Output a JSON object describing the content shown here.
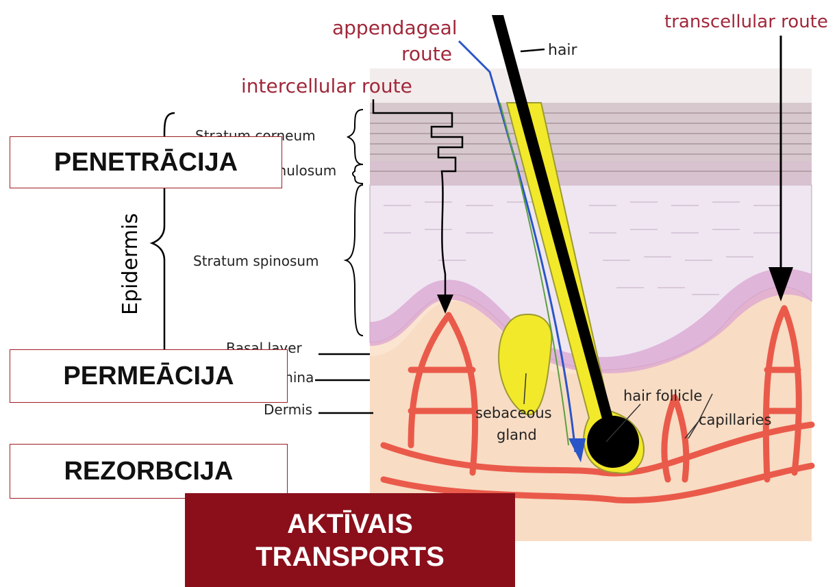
{
  "diagram": {
    "route_labels": {
      "appendageal_line1": "appendageal",
      "appendageal_line2": "route",
      "transcellular": "transcellular route",
      "intercellular": "intercellular route"
    },
    "structure_labels": {
      "hair": "hair",
      "stratum_corneum": "Stratum corneum",
      "stratum_granulosum": "Stratum granulosum",
      "stratum_spinosum": "Stratum spinosum",
      "epidermis": "Epidermis",
      "basal_layer": "Basal layer",
      "basal_lamina": "Basal lamina",
      "dermis": "Dermis",
      "sebaceous_line1": "sebaceous",
      "sebaceous_line2": "gland",
      "hair_follicle": "hair follicle",
      "capillaries": "capillaries"
    }
  },
  "overlay_boxes": {
    "penetration": "PENETRĀCIJA",
    "permeation": "PERMEĀCIJA",
    "resorption": "REZORBCIJA",
    "active_transport_line1": "AKTĪVAIS",
    "active_transport_line2": "TRANSPORTS"
  },
  "colors": {
    "route_label": "#a0283a",
    "box_border": "#9b1c23",
    "box_dark": "#8a0f1a",
    "skin_dermis": "#f8dcc4",
    "capillary": "#ea5a4a",
    "sebum": "#f2e92a",
    "cell_fill": "#efe6f1",
    "basal_cell": "#dba4d2"
  }
}
